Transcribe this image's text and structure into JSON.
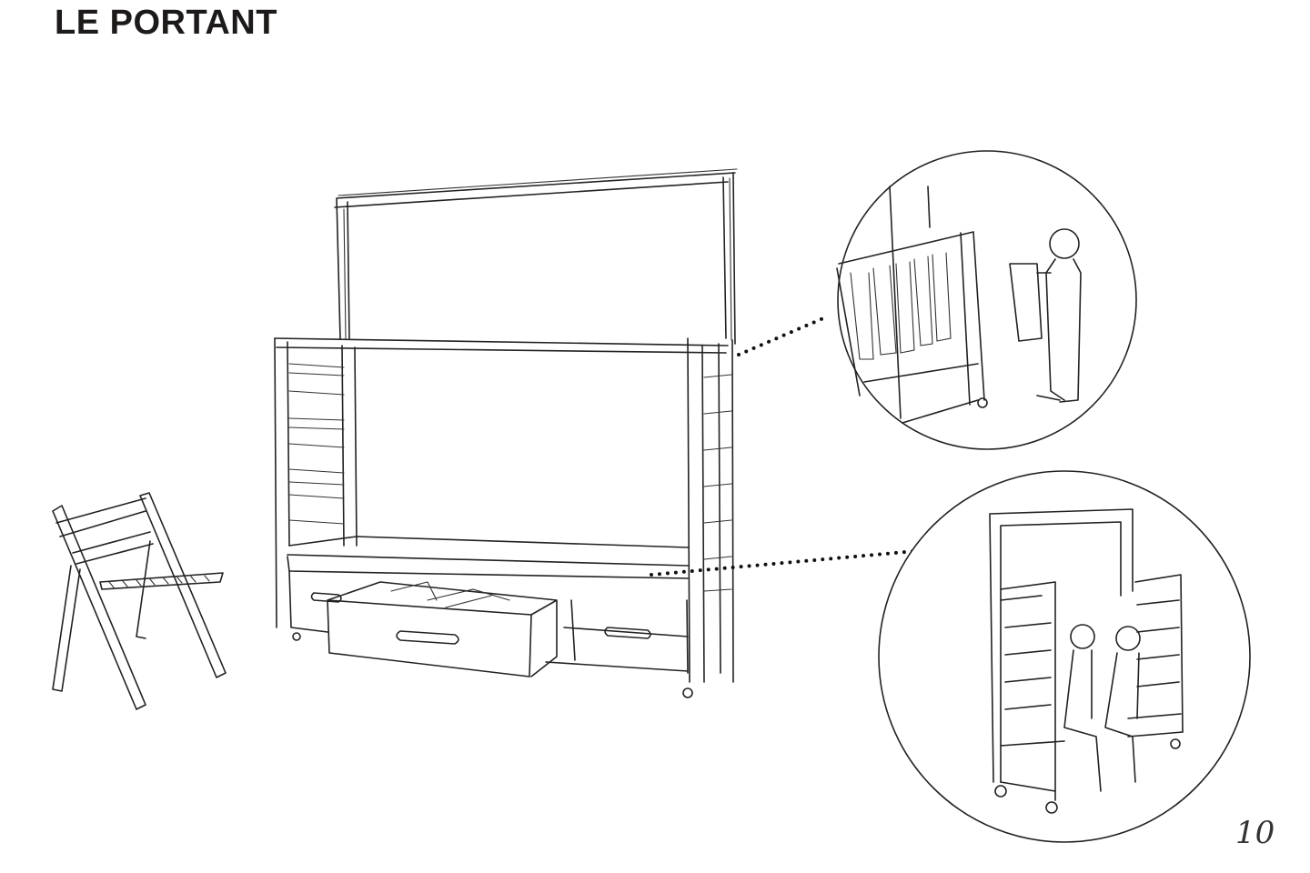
{
  "page": {
    "title": "LE PORTANT",
    "page_number": "10"
  },
  "illustrations": {
    "main": "wardrobe-rack-sketch",
    "chair": "folding-chair-sketch",
    "detail_top": "clothes-hanging-detail",
    "detail_bottom": "bench-seating-detail"
  }
}
